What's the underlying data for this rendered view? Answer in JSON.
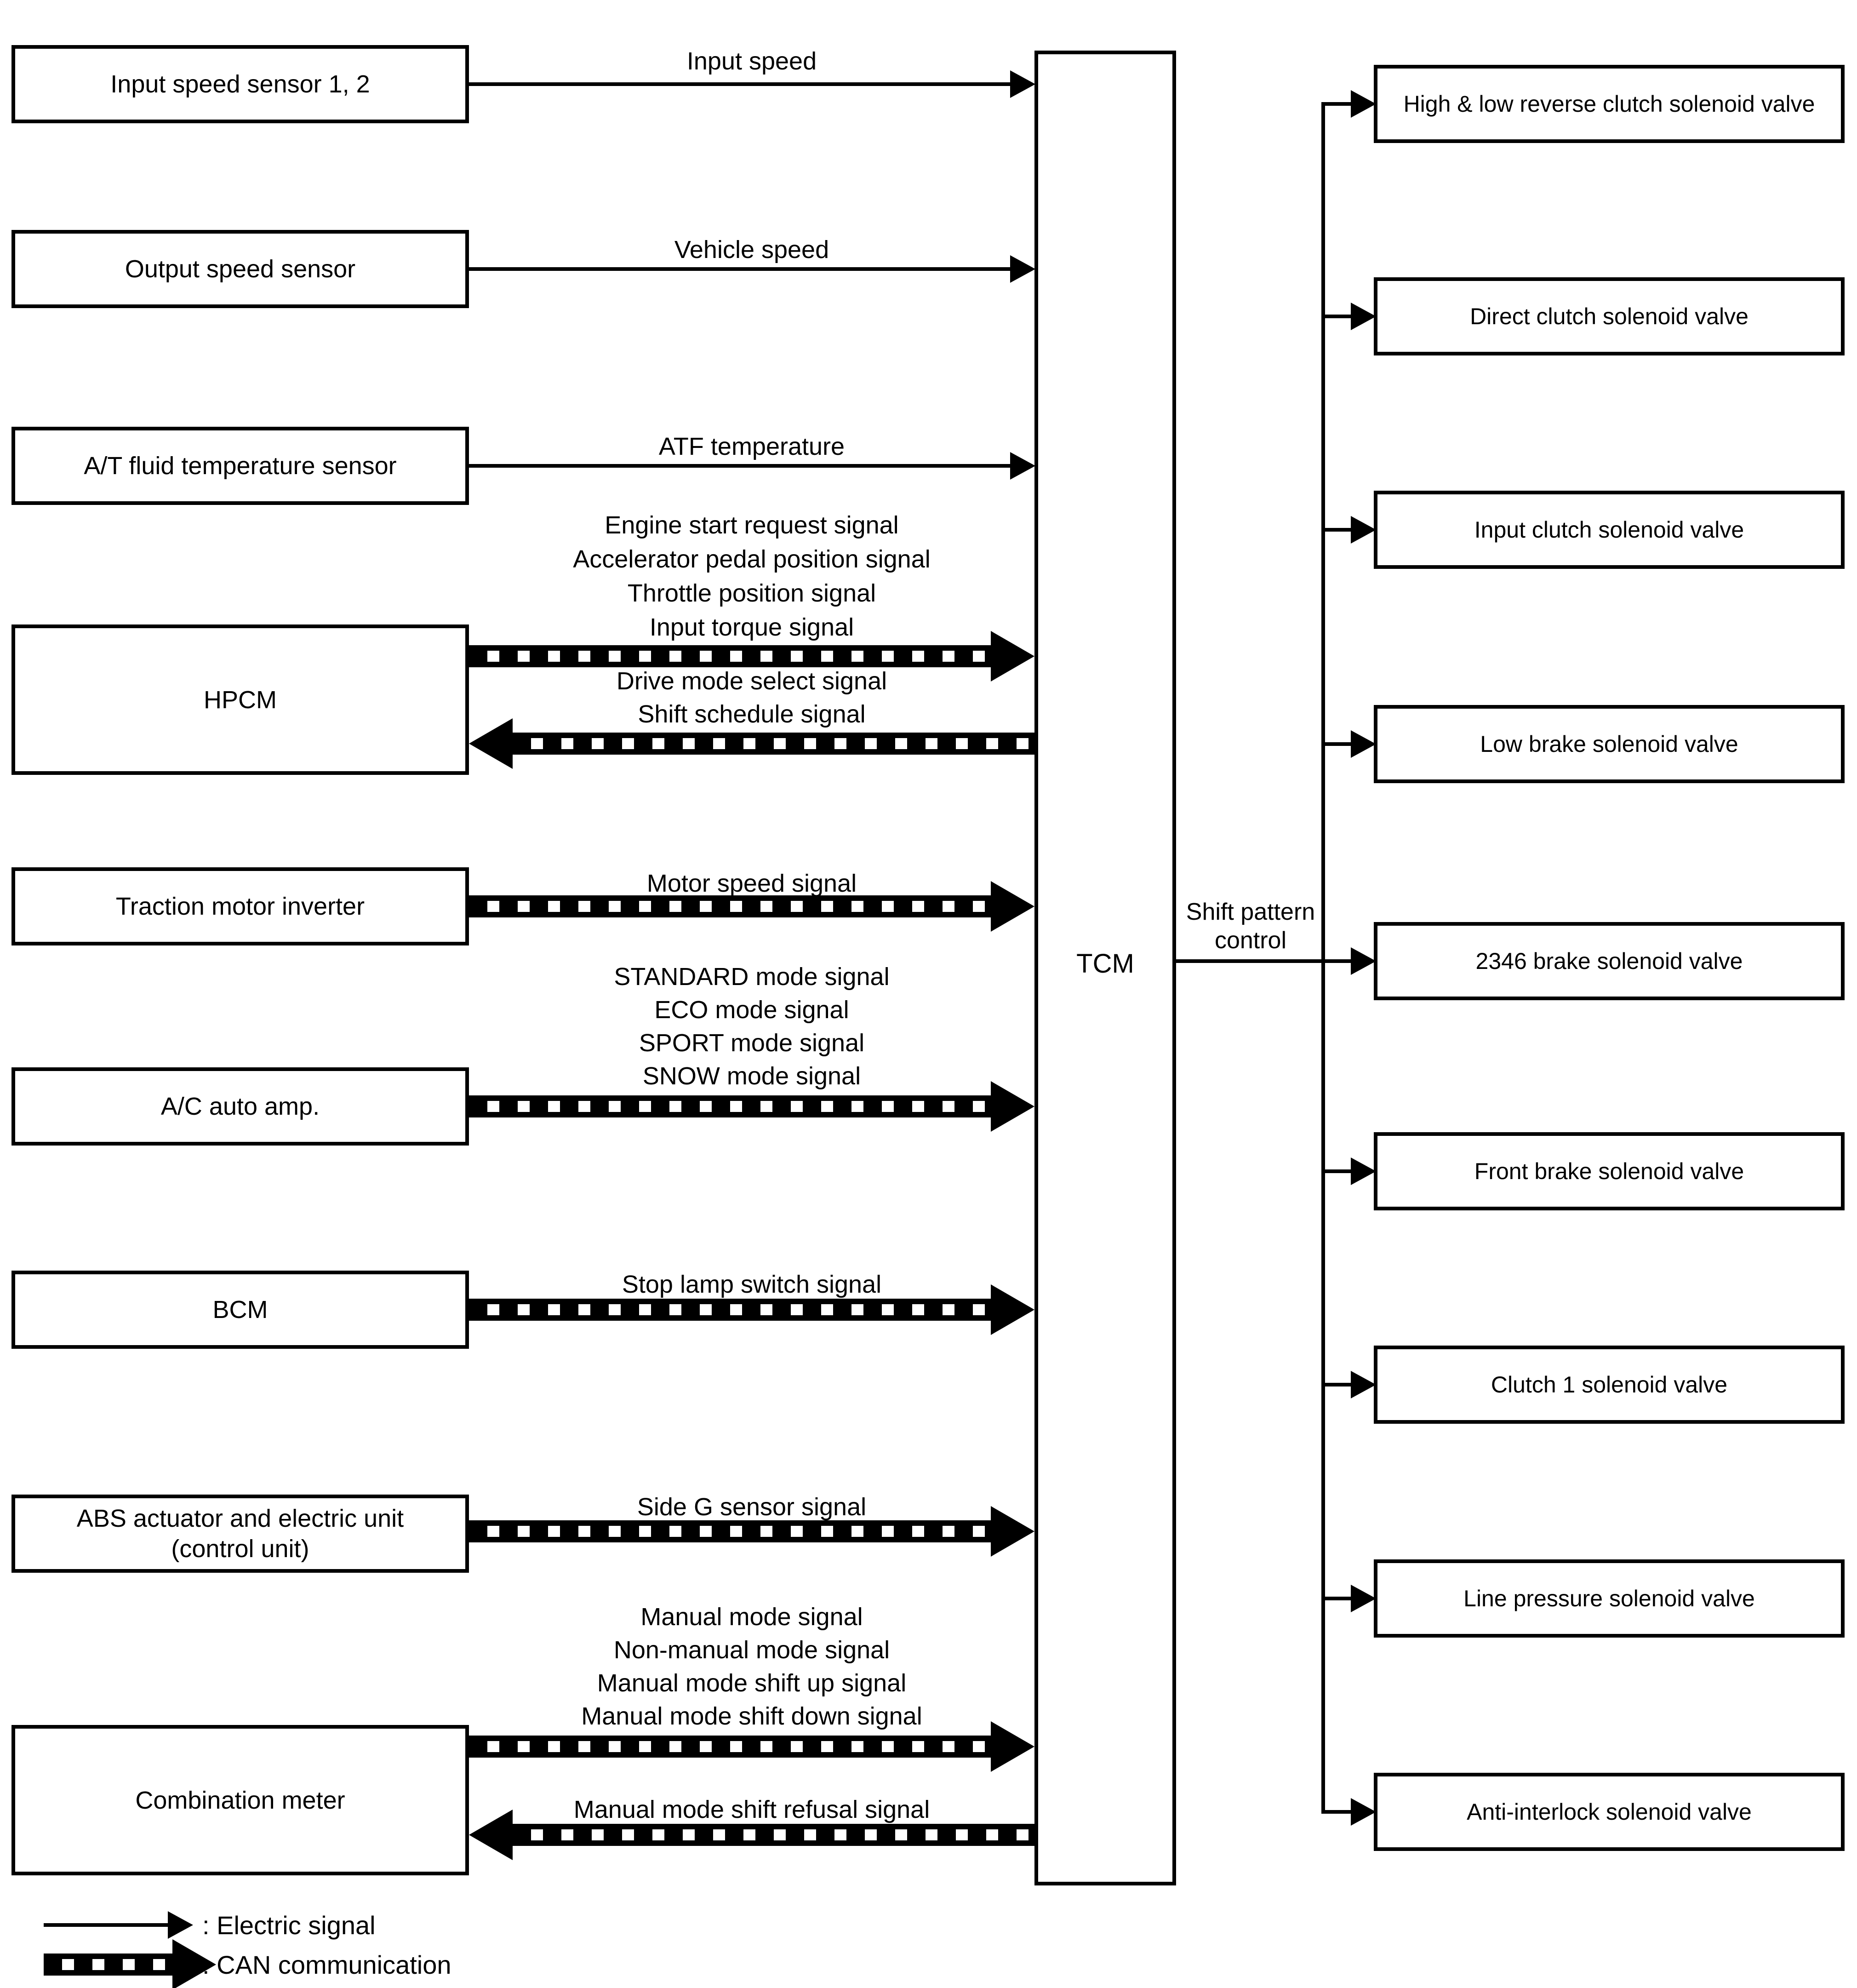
{
  "diagram": {
    "tcm_label": "TCM",
    "shift_pattern": {
      "lines": [
        "Shift pattern",
        "control"
      ]
    },
    "left_nodes": [
      {
        "label": "Input speed sensor 1, 2"
      },
      {
        "label": "Output speed sensor"
      },
      {
        "label": "A/T fluid temperature sensor"
      },
      {
        "label": "HPCM"
      },
      {
        "label": "Traction motor inverter"
      },
      {
        "label": "A/C auto amp."
      },
      {
        "label": "BCM"
      },
      {
        "label": "ABS actuator and electric unit",
        "label2": "(control unit)"
      },
      {
        "label": "Combination meter"
      }
    ],
    "right_nodes": [
      {
        "label": "High & low reverse clutch solenoid valve"
      },
      {
        "label": "Direct clutch solenoid valve"
      },
      {
        "label": "Input clutch solenoid valve"
      },
      {
        "label": "Low brake solenoid valve"
      },
      {
        "label": "2346 brake solenoid valve"
      },
      {
        "label": "Front brake solenoid valve"
      },
      {
        "label": "Clutch 1 solenoid valve"
      },
      {
        "label": "Line pressure solenoid valve"
      },
      {
        "label": "Anti-interlock solenoid valve"
      }
    ],
    "signals": [
      {
        "id": "input-speed",
        "type": "electric",
        "direction": "to-tcm",
        "lines": [
          "Input speed"
        ]
      },
      {
        "id": "vehicle-speed",
        "type": "electric",
        "direction": "to-tcm",
        "lines": [
          "Vehicle speed"
        ]
      },
      {
        "id": "atf-temperature",
        "type": "electric",
        "direction": "to-tcm",
        "lines": [
          "ATF temperature"
        ]
      },
      {
        "id": "hpcm-to-tcm",
        "type": "can",
        "direction": "to-tcm",
        "lines": [
          "Engine start request signal",
          "Accelerator pedal position signal",
          "Throttle position signal",
          "Input torque signal"
        ]
      },
      {
        "id": "tcm-to-hpcm",
        "type": "can",
        "direction": "from-tcm",
        "lines": [
          "Drive mode select signal",
          "Shift schedule signal"
        ]
      },
      {
        "id": "motor-speed",
        "type": "can",
        "direction": "to-tcm",
        "lines": [
          "Motor speed signal"
        ]
      },
      {
        "id": "ac-mode",
        "type": "can",
        "direction": "to-tcm",
        "lines": [
          "STANDARD mode signal",
          "ECO mode signal",
          "SPORT mode signal",
          "SNOW mode signal"
        ]
      },
      {
        "id": "stop-lamp",
        "type": "can",
        "direction": "to-tcm",
        "lines": [
          "Stop lamp switch signal"
        ]
      },
      {
        "id": "side-g",
        "type": "can",
        "direction": "to-tcm",
        "lines": [
          "Side G sensor signal"
        ]
      },
      {
        "id": "manual-mode",
        "type": "can",
        "direction": "to-tcm",
        "lines": [
          "Manual mode signal",
          "Non-manual mode signal",
          "Manual mode shift up signal",
          "Manual mode shift down signal"
        ]
      },
      {
        "id": "manual-refusal",
        "type": "can",
        "direction": "from-tcm",
        "lines": [
          "Manual mode shift refusal signal"
        ]
      }
    ],
    "legend": {
      "electric_label": ": Electric signal",
      "can_label": ": CAN communication"
    }
  }
}
